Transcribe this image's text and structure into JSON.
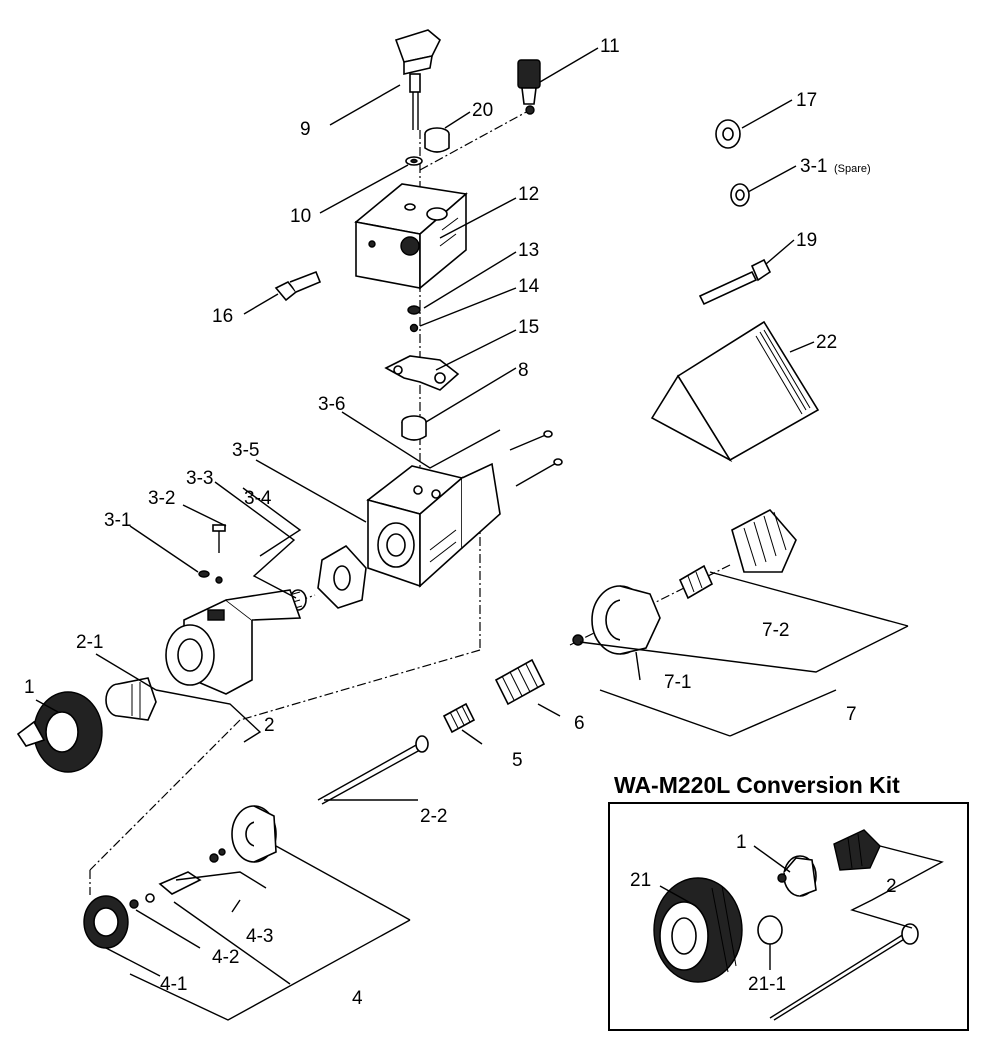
{
  "labels": {
    "l1": "1",
    "l2": "2",
    "l2_1": "2-1",
    "l2_2": "2-2",
    "l3_1": "3-1",
    "l3_2": "3-2",
    "l3_3": "3-3",
    "l3_4": "3-4",
    "l3_5": "3-5",
    "l3_6": "3-6",
    "l4": "4",
    "l4_1": "4-1",
    "l4_2": "4-2",
    "l4_3": "4-3",
    "l5": "5",
    "l6": "6",
    "l7": "7",
    "l7_1": "7-1",
    "l7_2": "7-2",
    "l8": "8",
    "l9": "9",
    "l10": "10",
    "l11": "11",
    "l12": "12",
    "l13": "13",
    "l14": "14",
    "l15": "15",
    "l16": "16",
    "l17": "17",
    "l19": "19",
    "l20": "20",
    "l22": "22",
    "l3_1_top": "3-1",
    "spare": "(Spare)"
  },
  "kit": {
    "title": "WA-M220L Conversion Kit",
    "l1": "1",
    "l2": "2",
    "l21": "21",
    "l21_1": "21-1"
  }
}
